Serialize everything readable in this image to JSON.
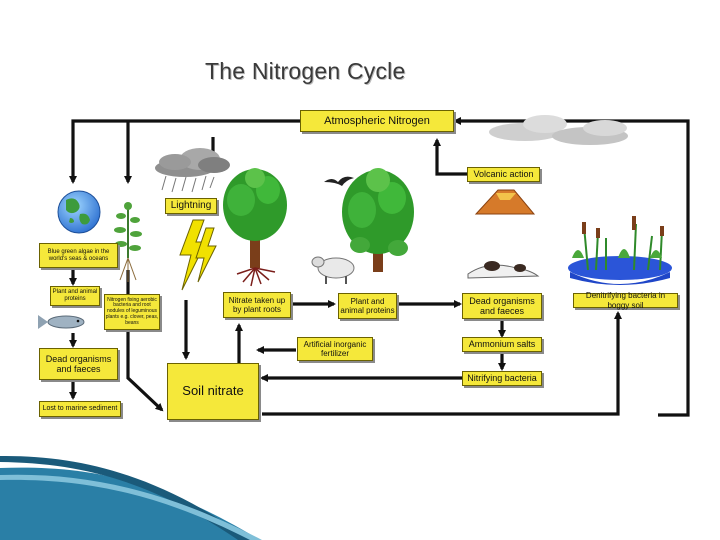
{
  "title": "The Nitrogen Cycle",
  "labels": {
    "atmospheric_nitrogen": "Atmospheric Nitrogen",
    "volcanic_action": "Volcanic action",
    "lightning": "Lightning",
    "blue_green_algae": "Blue green algae in the world's seas & oceans",
    "plant_animal_proteins_left": "Plant and animal proteins",
    "nitrogen_fixing": "Nitrogen fixing aerobic bacteria and root nodules of leguminous plants e.g. clover, peas, beans",
    "dead_organisms_left": "Dead organisms and faeces",
    "lost_to_marine": "Lost to marine sediment",
    "nitrate_taken_up": "Nitrate taken up by plant roots",
    "plant_animal_proteins_center": "Plant and animal proteins",
    "dead_organisms_right": "Dead organisms and faeces",
    "denitrifying_bacteria": "Denitrifying bacteria in boggy soil",
    "artificial_fertilizer": "Artificial inorganic fertilizer",
    "ammonium_salts": "Ammonium salts",
    "nitrifying_bacteria": "Nitrifying bacteria",
    "soil_nitrate": "Soil nitrate"
  },
  "colors": {
    "label_fill": "#f5e83a",
    "arrow": "#111111",
    "tree_green": "#2f9a2a",
    "trunk_brown": "#7a3e1a",
    "water_blue": "#1f46c8",
    "accent_teal": "#2a7fa6"
  }
}
